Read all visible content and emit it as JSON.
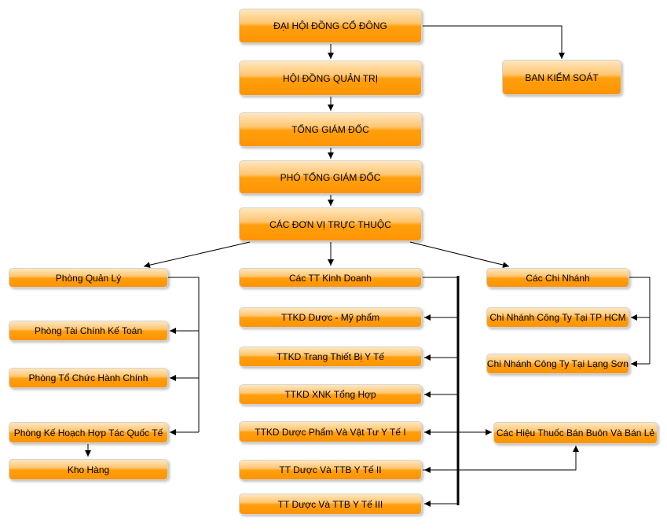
{
  "nodes": {
    "dai_hoi_dong_co_dong": "ĐẠI HỘI ĐỒNG CỔ ĐÔNG",
    "ban_kiem_soat": "BAN KIỂM SOÁT",
    "hoi_dong_quan_tri": "HỘI ĐỒNG QUẢN TRỊ",
    "tong_giam_doc": "TỔNG GIÁM ĐỐC",
    "pho_tong_giam_doc": "PHÓ TỔNG GIÁM ĐỐC",
    "cac_don_vi_truc_thuoc": "CÁC ĐƠN VỊ TRỰC THUỘC",
    "phong_quan_ly": "Phòng Quản Lý",
    "phong_tai_chinh_ke_toan": "Phòng Tài Chính Kế Toán",
    "phong_to_chuc_hanh_chinh": "Phòng Tổ Chức Hành Chính",
    "phong_ke_hoach_hop_tac_quoc_te": "Phòng Kế Hoạch Hợp Tác Quốc Tế",
    "kho_hang": "Kho Hàng",
    "cac_tt_kinh_doanh": "Các TT Kinh Doanh",
    "ttkd_duoc_my_pham": "TTKD Dược - Mỹ phẩm",
    "ttkd_trang_thiet_bi_y_te": "TTKD Trang Thiết Bị Y Tế",
    "ttkd_xnk_tong_hop": "TTKD XNK Tổng Hợp",
    "ttkd_duoc_pham_va_vat_tu_y_te_i": "TTKD Dược Phẩm Và Vật Tư Y Tế I",
    "tt_duoc_va_ttb_y_te_ii": "TT Dược Và TTB Y Tế II",
    "tt_duoc_va_ttb_y_te_iii": "TT Dược  Và TTB Y Tế III",
    "cac_chi_nhanh": "Các Chi Nhánh",
    "chi_nhanh_tp_hcm": "Chi Nhánh Công Ty Tại TP HCM",
    "chi_nhanh_lang_son": "Chi Nhánh Công Ty Tại Lạng Sơn",
    "cac_hieu_thuoc": "Các Hiệu Thuốc Bán Buôn Và Bán Lẻ"
  },
  "colors": {
    "box_top": "#ffe7bf",
    "box_mid": "#ffc570",
    "box_bottom": "#ff9405",
    "border": "#d3d3d3",
    "connector": "#000000"
  }
}
